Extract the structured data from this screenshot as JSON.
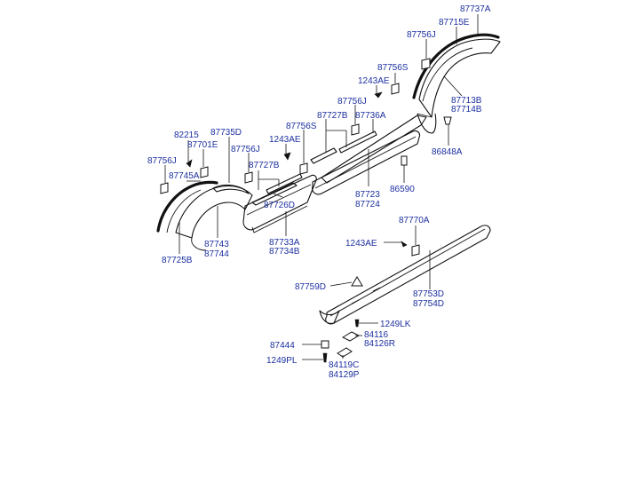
{
  "callouts": [
    {
      "id": "c87737A",
      "lines": [
        "87737A"
      ]
    },
    {
      "id": "c87715E",
      "lines": [
        "87715E"
      ]
    },
    {
      "id": "c87756J_a",
      "lines": [
        "87756J"
      ]
    },
    {
      "id": "c87756S_a",
      "lines": [
        "87756S"
      ]
    },
    {
      "id": "c1243AE_a",
      "lines": [
        "1243AE"
      ]
    },
    {
      "id": "c87713B",
      "lines": [
        "87713B",
        "87714B"
      ]
    },
    {
      "id": "c87756J_b",
      "lines": [
        "87756J"
      ]
    },
    {
      "id": "c87727B_a",
      "lines": [
        "87727B"
      ]
    },
    {
      "id": "c87736A",
      "lines": [
        "87736A"
      ]
    },
    {
      "id": "c87756S_b",
      "lines": [
        "87756S"
      ]
    },
    {
      "id": "c1243AE_b",
      "lines": [
        "1243AE"
      ]
    },
    {
      "id": "c86848A",
      "lines": [
        "86848A"
      ]
    },
    {
      "id": "c82215",
      "lines": [
        "82215"
      ]
    },
    {
      "id": "c87735D",
      "lines": [
        "87735D"
      ]
    },
    {
      "id": "c87701E",
      "lines": [
        "87701E"
      ]
    },
    {
      "id": "c87756J_c",
      "lines": [
        "87756J"
      ]
    },
    {
      "id": "c87727B_b",
      "lines": [
        "87727B"
      ]
    },
    {
      "id": "c87756J_d",
      "lines": [
        "87756J"
      ]
    },
    {
      "id": "c87745A",
      "lines": [
        "87745A"
      ]
    },
    {
      "id": "c86590",
      "lines": [
        "86590"
      ]
    },
    {
      "id": "c87723",
      "lines": [
        "87723",
        "87724"
      ]
    },
    {
      "id": "c87726D",
      "lines": [
        "87726D"
      ]
    },
    {
      "id": "c87743",
      "lines": [
        "87743",
        "87744"
      ]
    },
    {
      "id": "c87733A",
      "lines": [
        "87733A",
        "87734B"
      ]
    },
    {
      "id": "c87725B",
      "lines": [
        "87725B"
      ]
    },
    {
      "id": "c87770A",
      "lines": [
        "87770A"
      ]
    },
    {
      "id": "c1243AE_c",
      "lines": [
        "1243AE"
      ]
    },
    {
      "id": "c87759D",
      "lines": [
        "87759D"
      ]
    },
    {
      "id": "c87753D",
      "lines": [
        "87753D",
        "87754D"
      ]
    },
    {
      "id": "c1249LK",
      "lines": [
        "1249LK"
      ]
    },
    {
      "id": "c84116",
      "lines": [
        "84116",
        "84126R"
      ]
    },
    {
      "id": "c87444",
      "lines": [
        "87444"
      ]
    },
    {
      "id": "c1249PL",
      "lines": [
        "1249PL"
      ]
    },
    {
      "id": "c84119C",
      "lines": [
        "84119C",
        "84129P"
      ]
    }
  ]
}
